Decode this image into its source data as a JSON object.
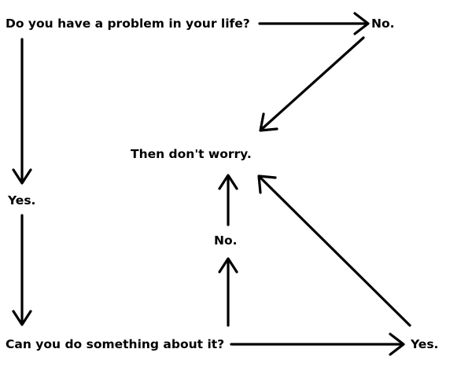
{
  "nodes": {
    "question_problem": "Do you have a problem in your life?",
    "answer_no_top": "No.",
    "conclusion": "Then don't worry.",
    "answer_yes_left": "Yes.",
    "answer_no_middle": "No.",
    "question_action": "Can you do something about it?",
    "answer_yes_bottom": "Yes."
  },
  "edges": [
    {
      "from": "question_problem",
      "to": "answer_no_top"
    },
    {
      "from": "answer_no_top",
      "to": "conclusion"
    },
    {
      "from": "question_problem",
      "to": "answer_yes_left"
    },
    {
      "from": "answer_yes_left",
      "to": "question_action"
    },
    {
      "from": "question_action",
      "to": "answer_no_middle"
    },
    {
      "from": "answer_no_middle",
      "to": "conclusion"
    },
    {
      "from": "question_action",
      "to": "answer_yes_bottom"
    },
    {
      "from": "answer_yes_bottom",
      "to": "conclusion"
    }
  ],
  "colors": {
    "background": "#ffffff",
    "ink": "#000000"
  }
}
